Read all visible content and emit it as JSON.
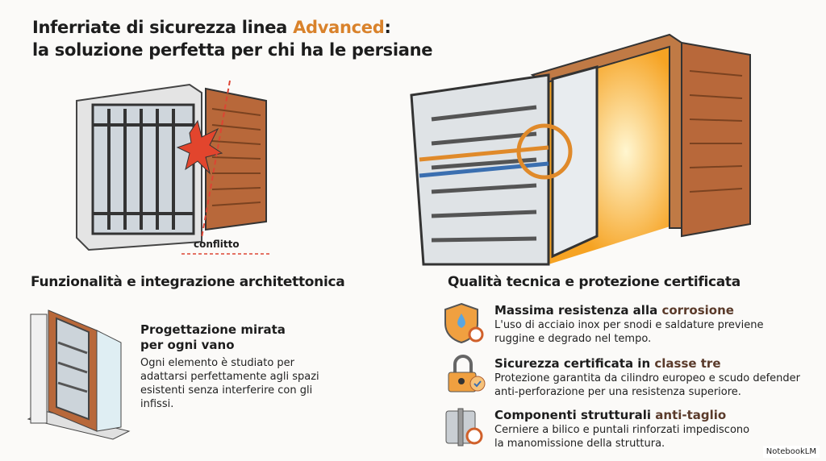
{
  "title": {
    "line1_pre": "Inferriate di sicurezza linea ",
    "line1_accent": "Advanced",
    "line1_post": ":",
    "line2": "la soluzione perfetta per chi ha le persiane"
  },
  "illustration_left": {
    "label": "conflitto"
  },
  "section_left": {
    "heading": "Funzionalità e integrazione architettonica",
    "item": {
      "title_line1": "Progettazione mirata",
      "title_line2": "per ogni vano",
      "body": [
        "Ogni elemento è studiato per",
        "adattarsi perfettamente agli spazi",
        "esistenti senza interferire con gli",
        "infissi."
      ]
    }
  },
  "section_right": {
    "heading": "Qualità tecnica e protezione certificata",
    "items": [
      {
        "icon": "shield-drop-icon",
        "title": "Massima resistenza alla ",
        "title_accent": "corrosione",
        "body": [
          "L'uso di acciaio inox per snodi e saldature previene",
          "ruggine e degrado nel tempo."
        ]
      },
      {
        "icon": "padlock-certified-icon",
        "title": "Sicurezza certificata in ",
        "title_accent": "classe tre",
        "body": [
          "Protezione garantita da cilindro europeo e scudo defender",
          "anti-perforazione per una resistenza superiore."
        ]
      },
      {
        "icon": "hinge-icon",
        "title": "Componenti strutturali ",
        "title_accent": "anti-taglio",
        "body": [
          "Cerniere a bilico e puntali rinforzati impediscono",
          "la manomissione della struttura."
        ]
      }
    ]
  },
  "badge": "NotebookLM",
  "colors": {
    "accent": "#d9822b",
    "wood": "#b8683a"
  }
}
